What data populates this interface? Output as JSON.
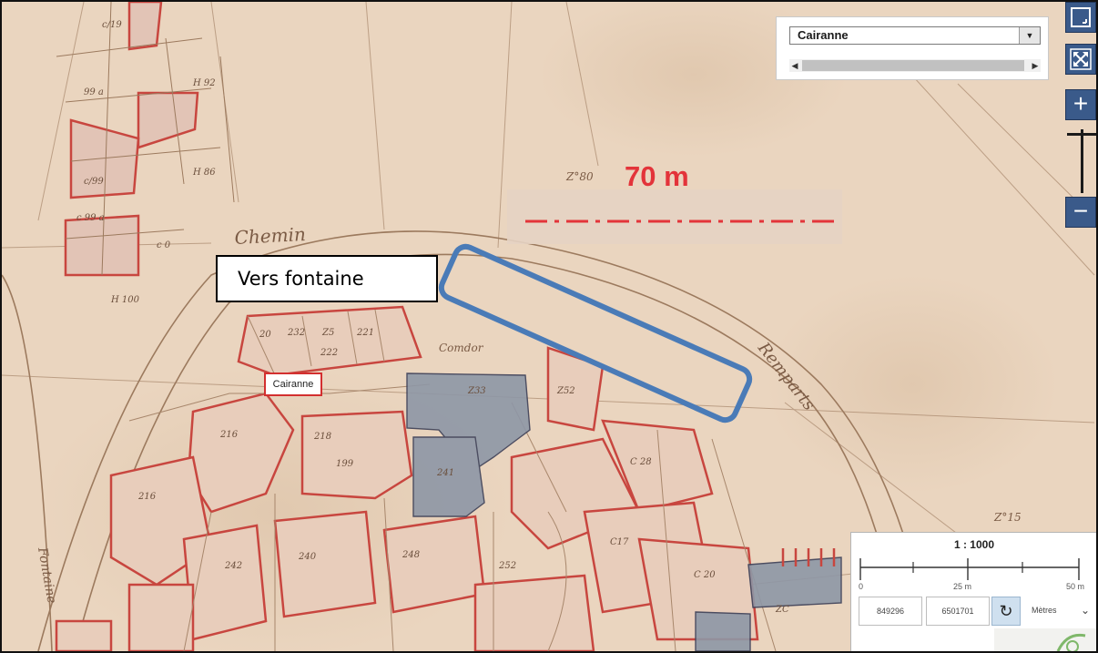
{
  "map": {
    "scale_overlay_label": "70 m",
    "annotation_label": "Vers fontaine",
    "place_label": "Cairanne",
    "colors": {
      "paper": "#e9d3bd",
      "parcel_red": "#c8463f",
      "ink": "#8a6b52",
      "highlight": "#4a7bb7",
      "dashed_line": "#e3343a"
    }
  },
  "commune_selector": {
    "selected": "Cairanne",
    "arrow_icon": "triangle-down",
    "scroll_left_icon": "triangle-left",
    "scroll_right_icon": "triangle-right"
  },
  "controls": {
    "fullscreen_icon": "maximize",
    "extent_icon": "arrows-out",
    "zoom_in": "+",
    "zoom_out": "−"
  },
  "scale_widget": {
    "ratio": "1 : 1000",
    "ticks": [
      "0",
      "25 m",
      "50 m"
    ],
    "coord_x": "849296",
    "coord_y": "6501701",
    "refresh_icon": "rotate",
    "units": "Mètres",
    "units_chevron": "⌄"
  }
}
